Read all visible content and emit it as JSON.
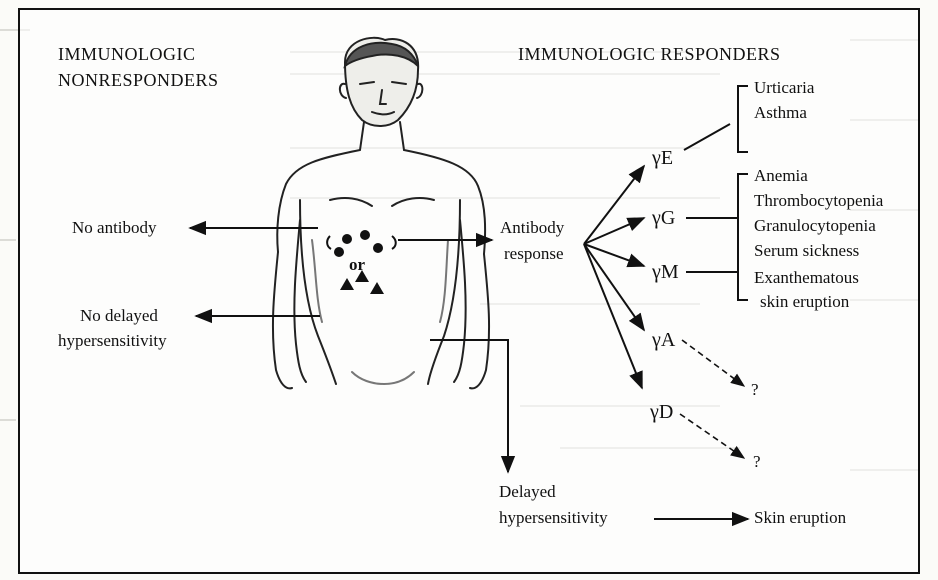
{
  "headings": {
    "nonresponders_line1": "IMMUNOLOGIC",
    "nonresponders_line2": "NONRESPONDERS",
    "responders": "IMMUNOLOGIC RESPONDERS"
  },
  "nonresponder_outcomes": {
    "no_antibody": "No antibody",
    "no_delayed_line1": "No delayed",
    "no_delayed_line2": "hypersensitivity"
  },
  "antigen_marker": "or",
  "antibody_response": {
    "line1": "Antibody",
    "line2": "response"
  },
  "immunoglobulins": {
    "ige": {
      "label": "γE",
      "reactions": [
        "Urticaria",
        "Asthma"
      ]
    },
    "igg": {
      "label": "γG"
    },
    "igm": {
      "label": "γM"
    },
    "igg_igm_reactions": [
      "Anemia",
      "Thrombocytopenia",
      "Granulocytopenia",
      "Serum sickness",
      "Exanthematous",
      "skin eruption"
    ],
    "iga": {
      "label": "γA",
      "reaction": "?"
    },
    "igd": {
      "label": "γD",
      "reaction": "?"
    }
  },
  "delayed": {
    "line1": "Delayed",
    "line2": "hypersensitivity",
    "outcome": "Skin eruption"
  },
  "colors": {
    "ink": "#111111",
    "paper": "#fbfbf8",
    "bleed": "#d8d8d4"
  }
}
